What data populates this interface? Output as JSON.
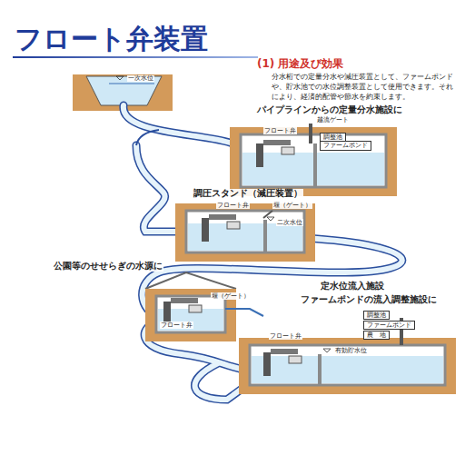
{
  "diagram": {
    "title": "フロート弁装置",
    "nodes": [
      {
        "text": [
          "調整池"
        ]
      },
      {
        "text": [
          "ファームポンド"
        ]
      },
      {
        "text": [
          "調整池"
        ]
      },
      {
        "text": [
          "ファームポンド"
        ]
      },
      {
        "text": [
          "農　地"
        ]
      }
    ],
    "labels": [
      "(1) 用途及び効果",
      "分水桁での定量分水や減圧装置として、ファームポンドや、貯水池での水位調整装置として使用できます。それにより、経済的配管や節水を約束します。",
      "一次水位",
      "パイプラインからの定量分水施設に",
      "越流ゲート",
      "フロート弁",
      "調圧スタンド（減圧装置）",
      "フロート弁",
      "堰（ゲート）",
      "二次水位",
      "公園等のせせらぎの水源に",
      "堰（ゲート）",
      "フロート弁",
      "定水位流入施設",
      "ファームポンドの流入調整施設に",
      "フロート弁",
      "有効貯水位"
    ]
  }
}
